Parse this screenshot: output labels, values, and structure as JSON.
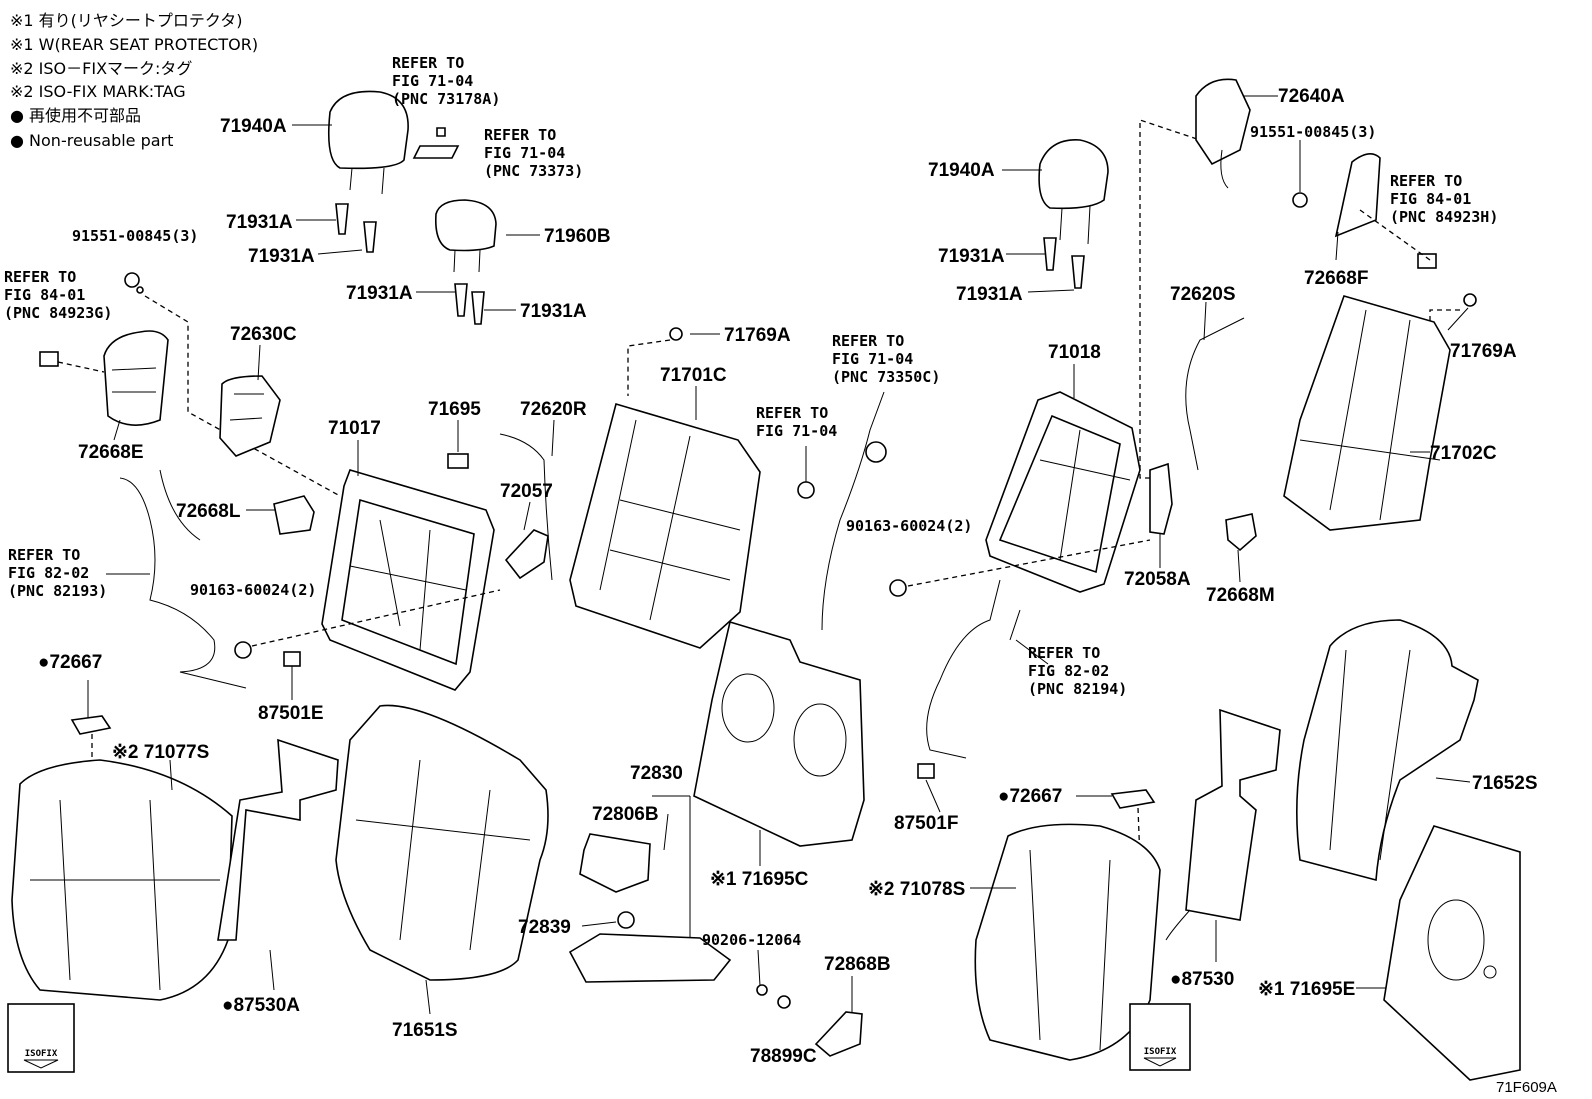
{
  "legend": {
    "lines": [
      "※1 有り(リヤシートプロテクタ)",
      "※1 W(REAR SEAT PROTECTOR)",
      "※2 ISO－FIXマーク:タグ",
      "※2 ISO-FIX MARK:TAG",
      "● 再使用不可部品",
      "● Non-reusable part"
    ]
  },
  "parts": {
    "p71940A_l": "71940A",
    "p71931A_1": "71931A",
    "p71931A_2": "71931A",
    "p71960B": "71960B",
    "p71931A_3": "71931A",
    "p71931A_4": "71931A",
    "p91551_l": "91551-00845(3)",
    "p72630C": "72630C",
    "p72668E": "72668E",
    "p72668L": "72668L",
    "p71017": "71017",
    "p71695": "71695",
    "p72620R": "72620R",
    "p72057": "72057",
    "p90163_l": "90163-60024(2)",
    "p87501E": "87501E",
    "p72667_l": "●72667",
    "p71077S": "※2 71077S",
    "p87530A": "●87530A",
    "p71651S": "71651S",
    "p71769A_c": "71769A",
    "p71701C": "71701C",
    "p72830": "72830",
    "p72806B": "72806B",
    "p71695C": "※1 71695C",
    "p72839": "72839",
    "p90206": "90206-12064",
    "p72868B": "72868B",
    "p78899C": "78899C",
    "p71940A_r": "71940A",
    "p71931A_5": "71931A",
    "p71931A_6": "71931A",
    "p71018": "71018",
    "p90163_r": "90163-60024(2)",
    "p87501F": "87501F",
    "p72667_r": "●72667",
    "p71078S": "※2 71078S",
    "p72640A": "72640A",
    "p91551_r": "91551-00845(3)",
    "p72668F": "72668F",
    "p72620S": "72620S",
    "p71769A_r": "71769A",
    "p71702C": "71702C",
    "p72058A": "72058A",
    "p72668M": "72668M",
    "p71652S": "71652S",
    "p87530": "●87530",
    "p71695E": "※1 71695E",
    "figure_code": "71F609A"
  },
  "refers": {
    "r1": [
      "REFER TO",
      "FIG 71-04",
      "(PNC 73178A)"
    ],
    "r2": [
      "REFER TO",
      "FIG 71-04",
      "(PNC 73373)"
    ],
    "r3": [
      "REFER TO",
      "FIG 84-01",
      "(PNC 84923G)"
    ],
    "r4": [
      "REFER TO",
      "FIG 82-02",
      "(PNC 82193)"
    ],
    "r5": [
      "REFER TO",
      "FIG 71-04",
      "(PNC 73350C)"
    ],
    "r6": [
      "REFER TO",
      "FIG 71-04"
    ],
    "r7": [
      "REFER TO",
      "FIG 82-02",
      "(PNC 82194)"
    ],
    "r8": [
      "REFER TO",
      "FIG 84-01",
      "(PNC 84923H)"
    ]
  },
  "isofix_tag": "ISOFIX"
}
